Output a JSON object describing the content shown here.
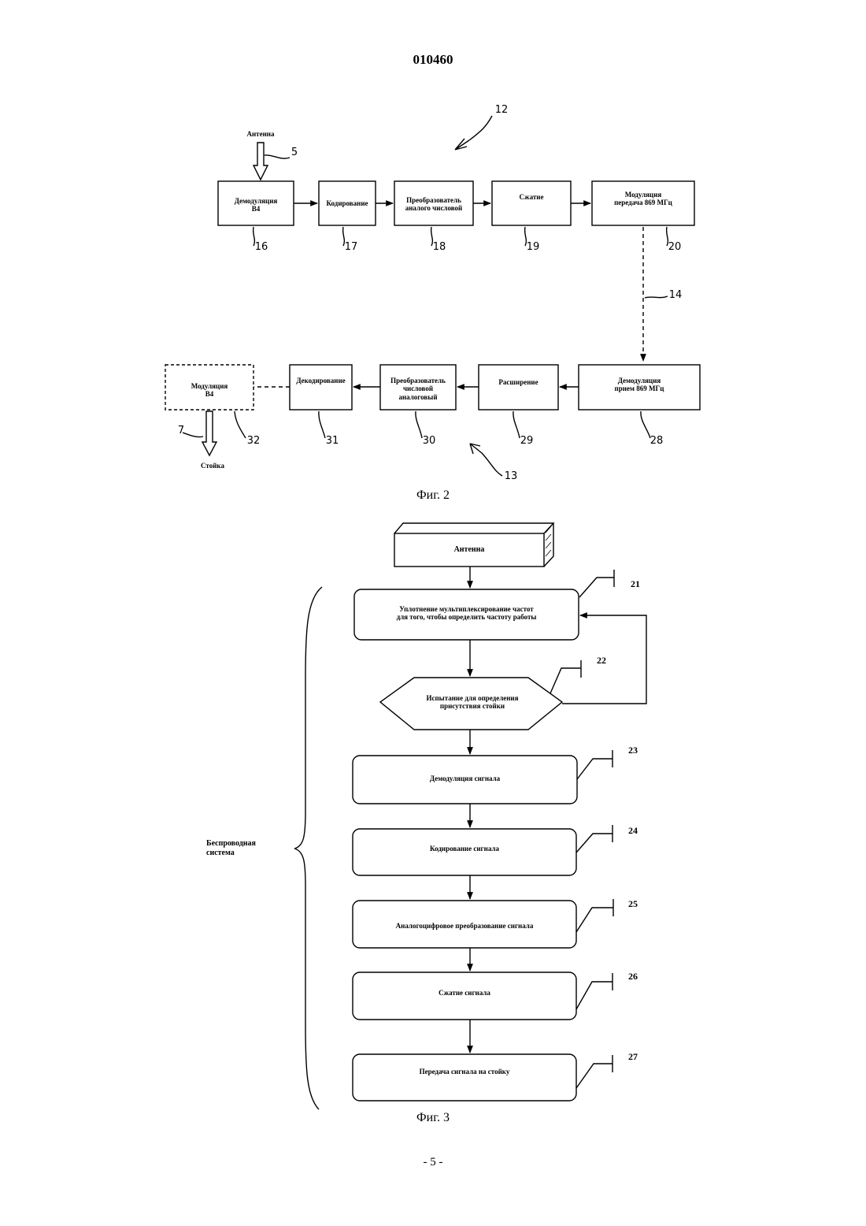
{
  "page_header": "010460",
  "page_footer": "- 5 -",
  "fig2": {
    "caption": "Фиг. 2",
    "antenna_label": "Антенна",
    "rack_label": "Стойка",
    "blocks": {
      "b16": "Демодуляция\nВ4",
      "b17": "Кодирование",
      "b18": "Преобразователь\nаналого числовой",
      "b19": "Сжатие",
      "b20": "Модуляция\nпередача 869 МГц",
      "b28": "Демодуляция\nприем 869 МГц",
      "b29": "Расширение",
      "b30": "Преобразователь\nчисловой\nаналоговый",
      "b31": "Декодирование",
      "b32": "Модуляция\nВ4"
    },
    "refs": {
      "r5": "5",
      "r7": "7",
      "r12": "12",
      "r13": "13",
      "r14": "14",
      "r16": "16",
      "r17": "17",
      "r18": "18",
      "r19": "19",
      "r20": "20",
      "r28": "28",
      "r29": "29",
      "r30": "30",
      "r31": "31",
      "r32": "32"
    }
  },
  "fig3": {
    "caption": "Фиг. 3",
    "antenna": "Антенна",
    "side_label": "Беспроводная\nсистема",
    "steps": {
      "s21": "Уплотнение мультиплексирование частот\nдля того, чтобы определить частоту работы",
      "s22": "Испытание для определения\nприсутствия стойки",
      "s23": "Демодуляция сигнала",
      "s24": "Кодирование сигнала",
      "s25": "Аналогоцифровое преобразование сигнала",
      "s26": "Сжатие сигнала",
      "s27": "Передача сигнала на стойку"
    },
    "refs": {
      "r21": "21",
      "r22": "22",
      "r23": "23",
      "r24": "24",
      "r25": "25",
      "r26": "26",
      "r27": "27"
    }
  }
}
